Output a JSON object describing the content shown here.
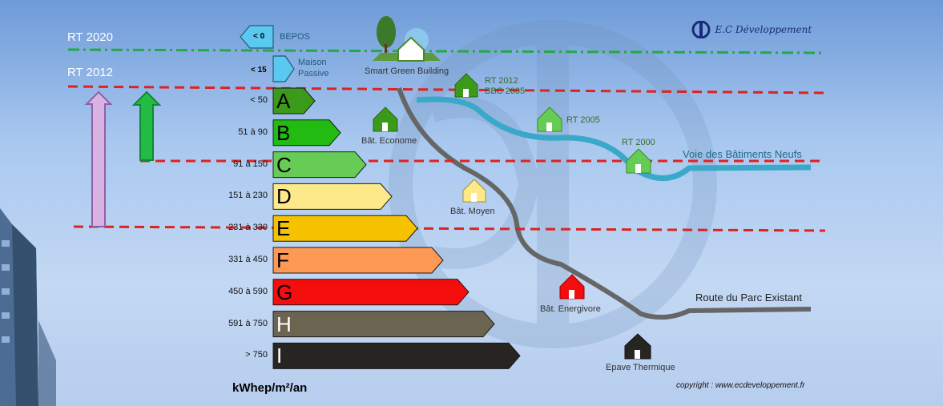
{
  "logo": {
    "text": "E.C Développement"
  },
  "copyright": "copyright : www.ecdeveloppement.fr",
  "unit": "kWhep/m²/an",
  "regulation_lines": [
    {
      "label": "RT 2020",
      "color": "#22aa44",
      "style": "dash-dot"
    },
    {
      "label": "RT 2012",
      "color": "#dd2222",
      "style": "dashed"
    }
  ],
  "top_tiers": [
    {
      "value": "< 0",
      "label": "BEPOS",
      "color": "#5bc8ef"
    },
    {
      "value": "< 15",
      "label_line1": "Maison",
      "label_line2": "Passive",
      "color": "#5bc8ef"
    }
  ],
  "energy_classes": [
    {
      "letter": "A",
      "range": "< 50",
      "color": "#3c9a1a",
      "text_color": "#000000"
    },
    {
      "letter": "B",
      "range": "51 à 90",
      "color": "#22bb11",
      "text_color": "#000000"
    },
    {
      "letter": "C",
      "range": "91 à 150",
      "color": "#66cc55",
      "text_color": "#000000"
    },
    {
      "letter": "D",
      "range": "151 à 230",
      "color": "#fde98a",
      "text_color": "#000000"
    },
    {
      "letter": "E",
      "range": "231 à 330",
      "color": "#f6c200",
      "text_color": "#000000"
    },
    {
      "letter": "F",
      "range": "331 à 450",
      "color": "#fb9955",
      "text_color": "#000000"
    },
    {
      "letter": "G",
      "range": "450 à 590",
      "color": "#f40d0d",
      "text_color": "#000000"
    },
    {
      "letter": "H",
      "range": "591 à 750",
      "color": "#6b6450",
      "text_color": "#ffffff"
    },
    {
      "letter": "I",
      "range": "> 750",
      "color": "#272522",
      "text_color": "#ffffff"
    }
  ],
  "houses": {
    "smart_green": "Smart Green Building",
    "rt2012": "RT 2012",
    "bbc2005": "BBC 2005",
    "rt2005": "RT 2005",
    "rt2000": "RT 2000",
    "econome": "Bât. Econome",
    "moyen": "Bât. Moyen",
    "energivore": "Bât. Energivore",
    "epave": "Epave Thermique"
  },
  "roads": {
    "new": {
      "label": "Voie des Bâtiments Neufs",
      "color": "#3aa9c9"
    },
    "existing": {
      "label": "Route du Parc Existant",
      "color": "#666666"
    }
  }
}
